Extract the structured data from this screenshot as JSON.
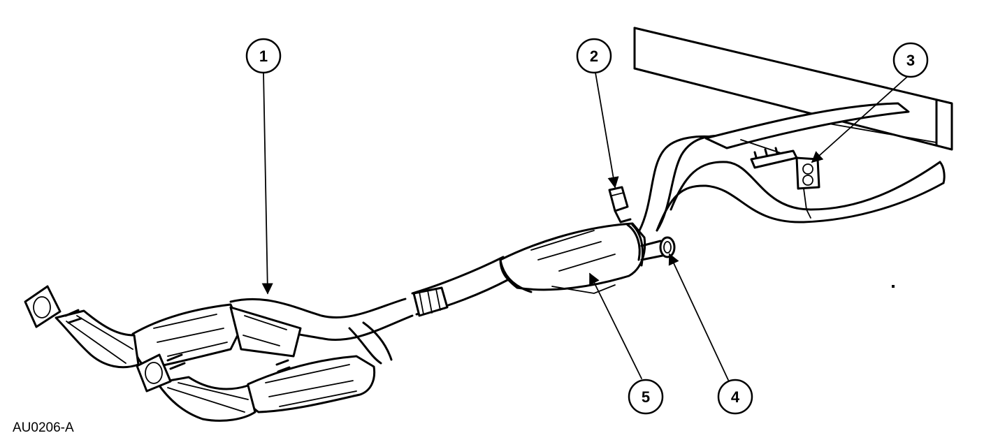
{
  "figure_id": "AU0206-A",
  "callouts": [
    {
      "number": "1"
    },
    {
      "number": "2"
    },
    {
      "number": "3"
    },
    {
      "number": "4"
    },
    {
      "number": "5"
    }
  ]
}
